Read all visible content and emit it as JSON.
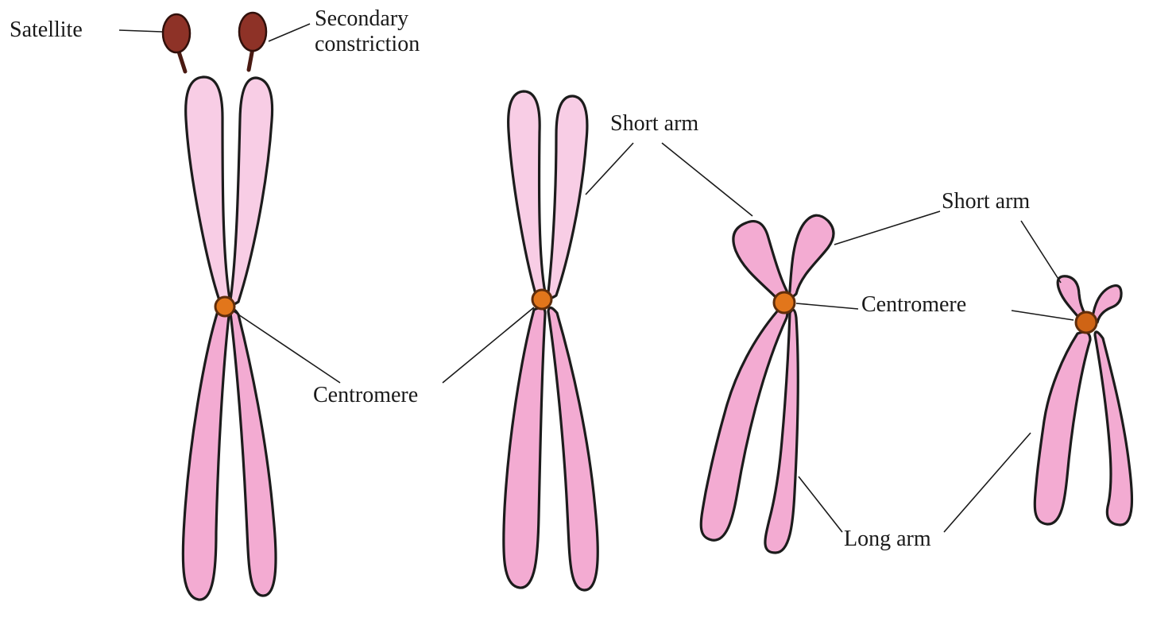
{
  "figure": {
    "type": "labeled-diagram",
    "subject": "chromosome-structure",
    "labels": {
      "satellite": "Satellite",
      "secondary_constriction": "Secondary constriction",
      "short_arm_mid": "Short arm",
      "centromere_mid": "Centromere",
      "short_arm_right": "Short arm",
      "centromere_right": "Centromere",
      "long_arm": "Long arm"
    },
    "colors": {
      "chromatid_fill": "#f8cde5",
      "chromatid_deep_fill": "#f3abd2",
      "outline": "#1c1c1c",
      "centromere_fill": "#e2761b",
      "centromere_dark_fill": "#cf6415",
      "centromere_outline": "#5f2d0b",
      "satellite_fill": "#8e3227",
      "satellite_outline": "#30100b",
      "label_color": "#1a1a1a",
      "leader_line": "#1a1a1a"
    }
  }
}
